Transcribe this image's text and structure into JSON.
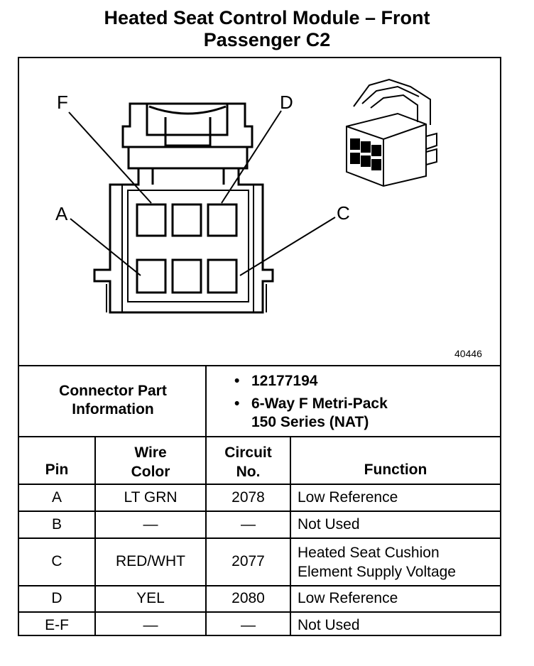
{
  "title_line1": "Heated Seat Control Module – Front",
  "title_line2": "Passenger C2",
  "figure_number": "40446",
  "callouts": {
    "F": "F",
    "D": "D",
    "A": "A",
    "C": "C"
  },
  "part_info": {
    "label_line1": "Connector Part",
    "label_line2": "Information",
    "items": [
      {
        "bullet": "•",
        "lines": [
          "12177194"
        ]
      },
      {
        "bullet": "•",
        "lines": [
          "6-Way F Metri-Pack",
          "150 Series (NAT)"
        ]
      }
    ]
  },
  "table": {
    "headers": {
      "pin": "Pin",
      "wire_color_1": "Wire",
      "wire_color_2": "Color",
      "circuit_1": "Circuit",
      "circuit_2": "No.",
      "function": "Function"
    },
    "rows": [
      {
        "pin": "A",
        "color": "LT GRN",
        "circuit": "2078",
        "function": [
          "Low Reference"
        ]
      },
      {
        "pin": "B",
        "color": "—",
        "circuit": "—",
        "function": [
          "Not Used"
        ]
      },
      {
        "pin": "C",
        "color": "RED/WHT",
        "circuit": "2077",
        "function": [
          "Heated Seat Cushion",
          "Element Supply Voltage"
        ]
      },
      {
        "pin": "D",
        "color": "YEL",
        "circuit": "2080",
        "function": [
          "Low Reference"
        ]
      },
      {
        "pin": "E-F",
        "color": "—",
        "circuit": "—",
        "function": [
          "Not Used"
        ]
      }
    ]
  }
}
